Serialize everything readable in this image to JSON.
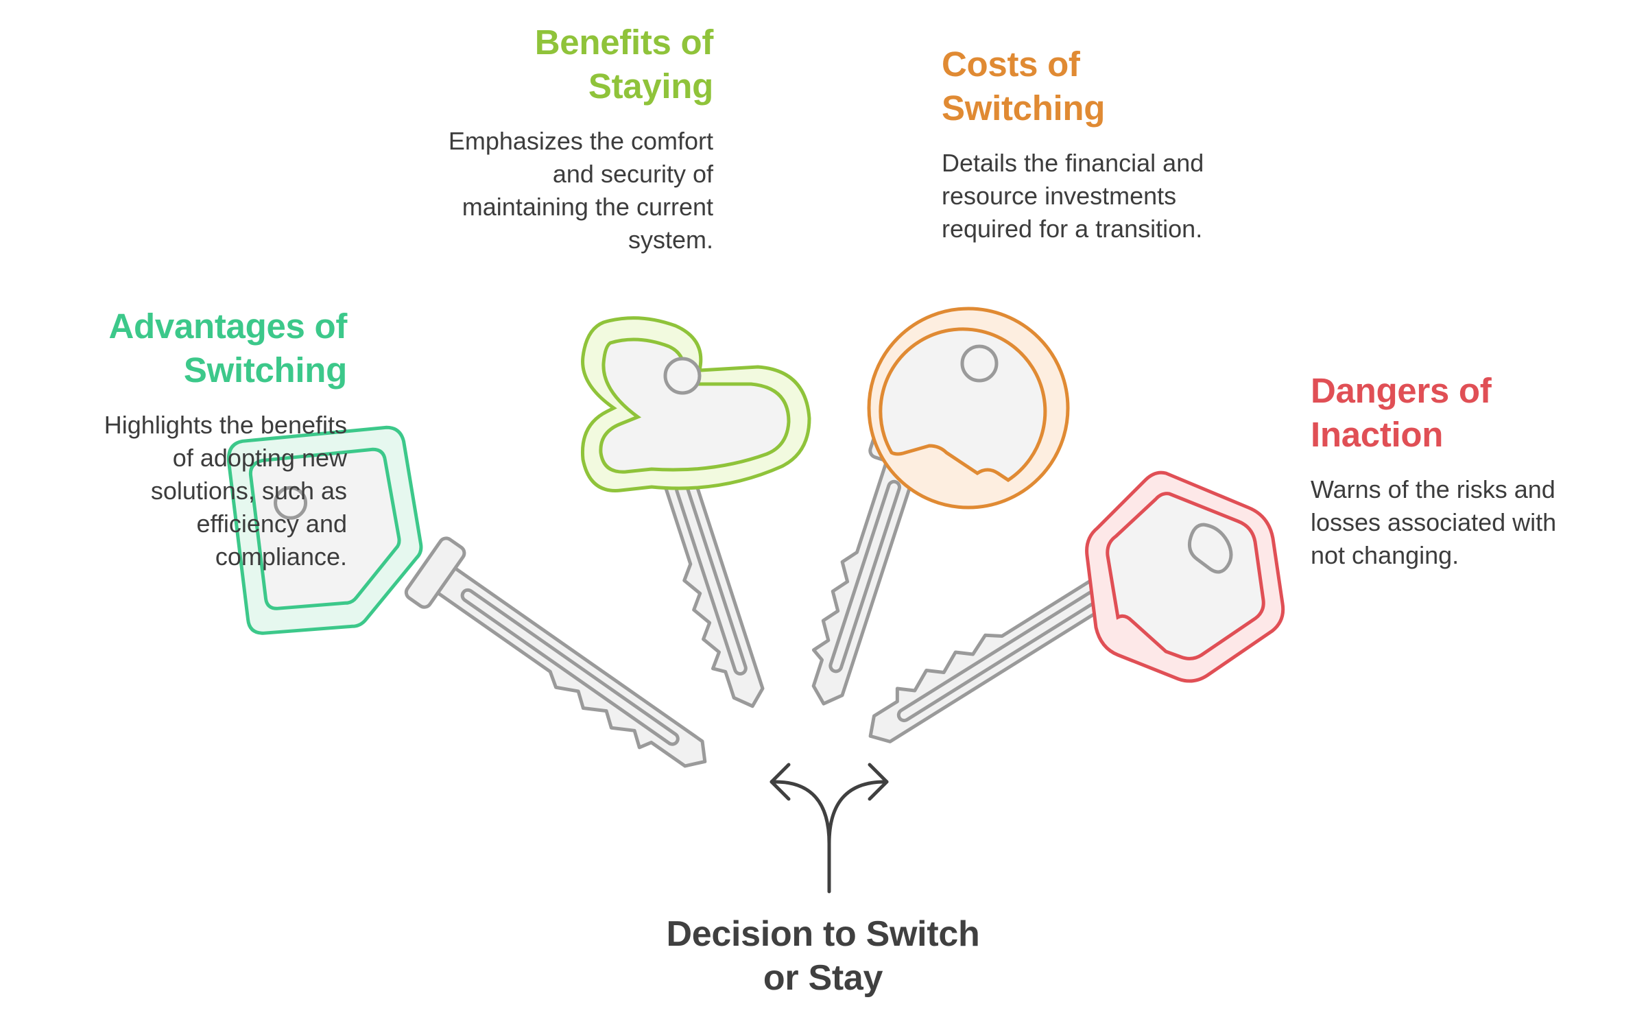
{
  "diagram": {
    "center_label": "Decision to Switch\nor Stay",
    "options": [
      {
        "id": "advantages-of-switching",
        "title": "Advantages of\nSwitching",
        "description": "Highlights the benefits\nof adopting new\nsolutions, such as\nefficiency and\ncompliance.",
        "color": "#3cc88a",
        "fill": "#e6f8ef",
        "head_shape": "diamond"
      },
      {
        "id": "benefits-of-staying",
        "title": "Benefits of\nStaying",
        "description": "Emphasizes the comfort\nand security of\nmaintaining the current\nsystem.",
        "color": "#8fc33a",
        "fill": "#f2fadf",
        "head_shape": "cloud"
      },
      {
        "id": "costs-of-switching",
        "title": "Costs of\nSwitching",
        "description": "Details the financial and\nresource investments\nrequired for a transition.",
        "color": "#e08a33",
        "fill": "#fdeee0",
        "head_shape": "round"
      },
      {
        "id": "dangers-of-inaction",
        "title": "Dangers of\nInaction",
        "description": "Warns of the risks and\nlosses associated with\nnot changing.",
        "color": "#e04f55",
        "fill": "#fde8e8",
        "head_shape": "hexagon"
      }
    ],
    "key_blade_color": "#9a9a9a",
    "key_fill_color": "#f1f1f1",
    "arrow_color": "#404040"
  }
}
